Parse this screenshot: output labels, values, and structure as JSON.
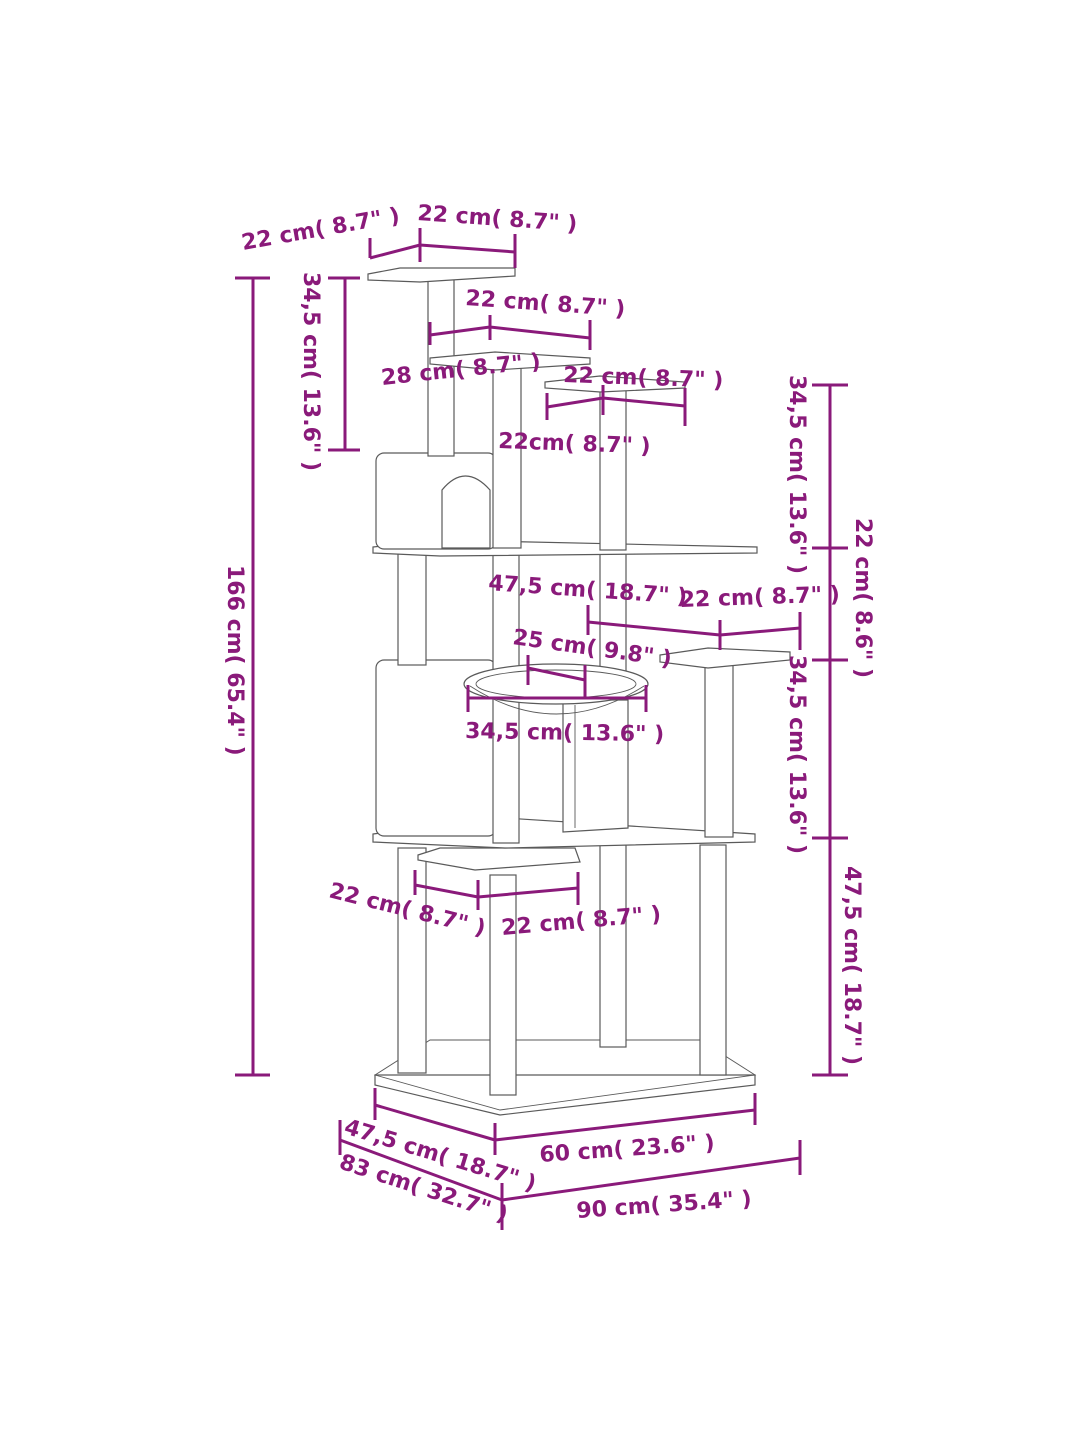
{
  "colors": {
    "dimension": "#8a1a7a",
    "outline": "#5a5a5a",
    "background": "#ffffff"
  },
  "labels": {
    "top_platform_depth": "22 cm( 8.7\" )",
    "top_platform_width": "22 cm( 8.7\" )",
    "top_post_height": "34,5 cm( 13.6\" )",
    "total_height": "166 cm( 65.4\" )",
    "second_platform_width": "22 cm( 8.7\" )",
    "second_platform_depth": "28 cm( 8.7\" )",
    "right_top_platform_width": "22 cm( 8.7\" )",
    "right_top_platform_depth": "22cm( 8.7\" )",
    "right_upper_height": "34,5 cm( 13.6\" )",
    "right_step_height": "22 cm( 8.6\" )",
    "side_platform_width": "47,5 cm( 18.7\" )",
    "side_platform_depth": "22 cm( 8.7\" )",
    "basket_depth": "25 cm( 9.8\" )",
    "basket_width": "34,5 cm( 13.6\" )",
    "right_middle_height": "34,5 cm( 13.6\" )",
    "lower_step_depth": "22 cm( 8.7\" )",
    "lower_step_width": "22 cm( 8.7\" )",
    "right_lower_height": "47,5 cm( 18.7\" )",
    "base_depth": "47,5 cm( 18.7\" )",
    "base_width": "60 cm( 23.6\" )",
    "overall_depth": "83 cm( 32.7\" )",
    "overall_width": "90 cm( 35.4\" )"
  }
}
